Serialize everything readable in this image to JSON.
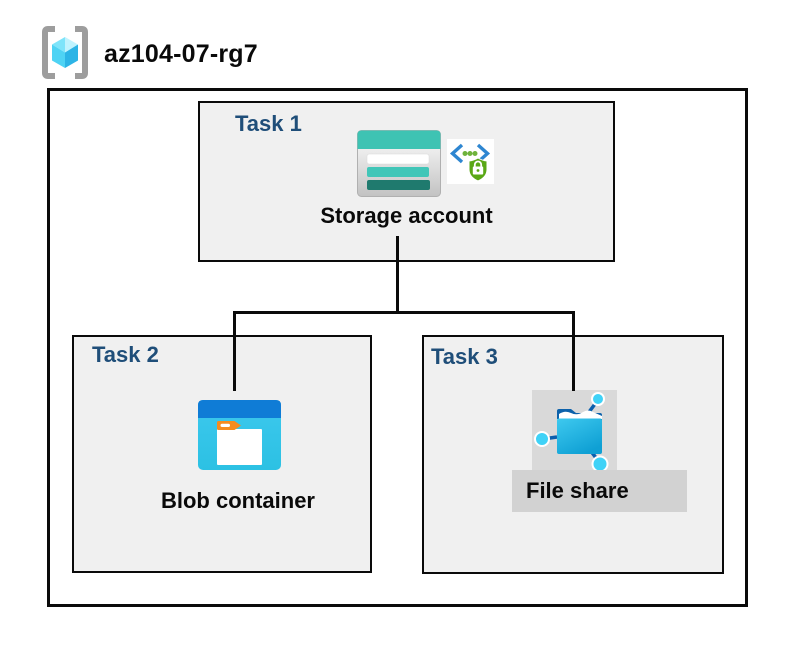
{
  "header": {
    "title": "az104-07-rg7",
    "icon": "resource-group-icon"
  },
  "tasks": [
    {
      "label": "Task 1",
      "caption": "Storage account",
      "icons": [
        "storage-account-icon",
        "secure-transfer-icon"
      ]
    },
    {
      "label": "Task 2",
      "caption": "Blob container",
      "icons": [
        "blob-container-icon"
      ]
    },
    {
      "label": "Task 3",
      "caption": "File share",
      "icons": [
        "file-share-icon"
      ]
    }
  ],
  "edges": [
    {
      "from": "Storage account",
      "to": "Blob container"
    },
    {
      "from": "Storage account",
      "to": "File share"
    }
  ],
  "colors": {
    "task_label": "#1f4e79",
    "box_fill": "#f0f0f0",
    "border": "#0a0a0a",
    "icon_gray_bg": "#d9d9d9",
    "label_band_gray": "#d2d2d2",
    "storage_teal": "#3ec3b3",
    "storage_teal_mid": "#41c6b8",
    "storage_teal_dark": "#1f7a6e",
    "blob_header_blue": "#0f7cd6",
    "blob_body_cyan": "#35c4ec",
    "folder_tab_orange": "#f68c1f",
    "fileshare_line_blue": "#0b5fad",
    "fileshare_node_cyan": "#3fd2f7",
    "shield_green": "#5aa816",
    "bracket_blue": "#2e86d1",
    "rg_bracket_gray": "#9d9d9d"
  }
}
